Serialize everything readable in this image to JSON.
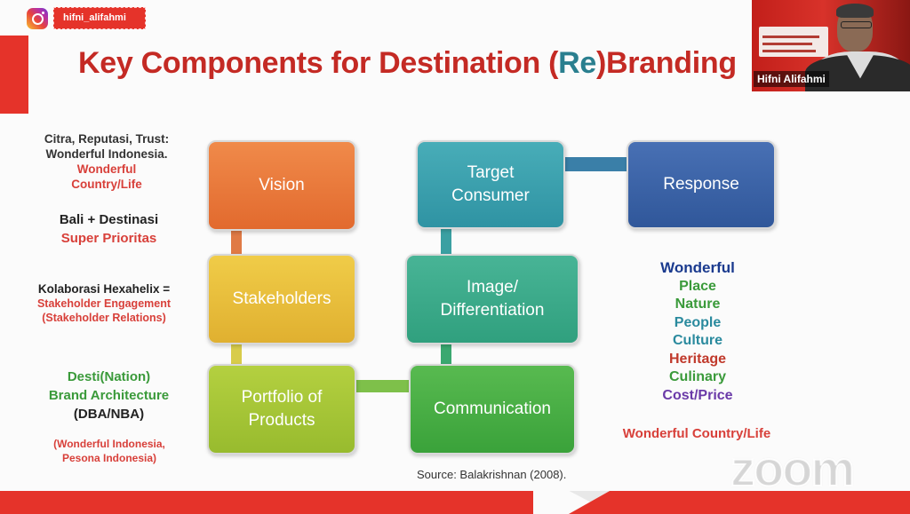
{
  "instagram": {
    "handle": "hifni_alifahmi"
  },
  "title": {
    "before": "Key Components for Destination (",
    "re": "Re",
    "after": ")Branding"
  },
  "left_notes": {
    "block1_line1": "Citra, Reputasi, Trust:",
    "block1_line2": "Wonderful Indonesia.",
    "block1_line3": "Wonderful",
    "block1_line4": "Country/Life",
    "block2_line1": "Bali + Destinasi",
    "block2_line2": "Super Prioritas",
    "block3_line1": "Kolaborasi Hexahelix =",
    "block3_line2": "Stakeholder Engagement",
    "block3_line3": "(Stakeholder Relations)",
    "block4_line1": "Desti(Nation)",
    "block4_line2": "Brand Architecture",
    "block4_line3": "(DBA/NBA)",
    "block5_line1": "(Wonderful Indonesia,",
    "block5_line2": "Pesona Indonesia)"
  },
  "boxes": {
    "vision": "Vision",
    "stakeholders": "Stakeholders",
    "portfolio_line1": "Portfolio of",
    "portfolio_line2": "Products",
    "target_line1": "Target",
    "target_line2": "Consumer",
    "response": "Response",
    "image_line1": "Image/",
    "image_line2": "Differentiation",
    "communication": "Communication"
  },
  "right_list": {
    "items": [
      "Wonderful",
      "Place",
      "Nature",
      "People",
      "Culture",
      "Heritage",
      "Culinary",
      "Cost/Price"
    ],
    "tagline": "Wonderful Country/Life"
  },
  "colors": {
    "brand_red": "#e5332a",
    "title_red": "#c42a24",
    "re_teal": "#2a7f8f",
    "vision": "#e9763a",
    "stakeholders": "#e8bf3c",
    "portfolio": "#a8c83a",
    "target": "#3a9fae",
    "response": "#3a62a8",
    "image": "#3aa88a",
    "communication": "#4aae45"
  },
  "source": "Source: Balakrishnan  (2008).",
  "zoom_watermark": "zoom",
  "webcam": {
    "name": "Hifni Alifahmi"
  }
}
